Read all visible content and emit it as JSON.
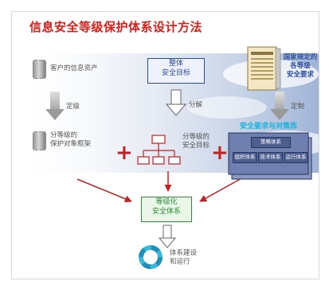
{
  "title": "信息安全等级保护体系设计方法",
  "nodes": {
    "customer_assets": "客户的信息资产",
    "overall_goal": [
      "整体",
      "安全目标"
    ],
    "national_req": [
      "国家规定的",
      "各等级",
      "安全要求"
    ],
    "classify": "定级",
    "decompose": "分解",
    "customize": "定制",
    "graded_framework": [
      "分等级的",
      "保护对象框架"
    ],
    "graded_goals": [
      "分等级的",
      "安全目标"
    ],
    "requirements_measures": "安全要求与对策库",
    "strategy_system": "策略体系",
    "management_system": "组织体系",
    "technical_system": "技术体系",
    "operation_system": "运行体系",
    "standardized_system": [
      "等级化",
      "安全体系"
    ],
    "build_run": [
      "体系建设",
      "和运行"
    ]
  },
  "colors": {
    "title": "#d91e18",
    "blue": "#2b4c9a",
    "green": "#2f8c3a",
    "red": "#c02020",
    "cyan": "#1ab2dc",
    "navy": "#25365f"
  }
}
